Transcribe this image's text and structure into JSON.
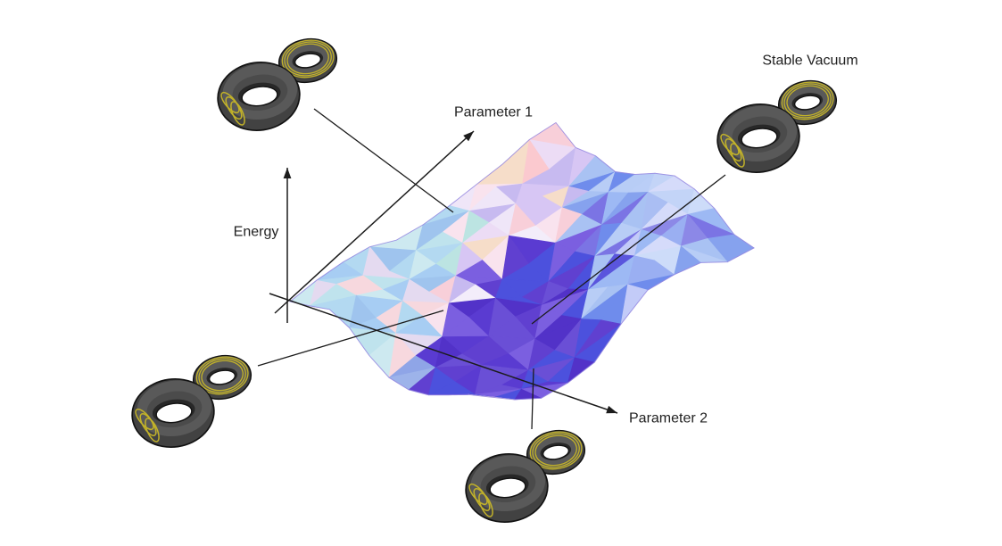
{
  "diagram": {
    "type": "energy-landscape-3d",
    "axis_labels": {
      "vertical": "Energy",
      "horizontal_1": "Parameter 1",
      "horizontal_2": "Parameter 2"
    },
    "annotation_labels": {
      "stable_vacuum": "Stable Vacuum"
    },
    "vacuum_markers": [
      {
        "id": "top-left",
        "icon": "double-torus-icon"
      },
      {
        "id": "stable-vacuum",
        "icon": "double-torus-icon"
      },
      {
        "id": "bottom-left",
        "icon": "double-torus-icon"
      },
      {
        "id": "bottom-middle",
        "icon": "double-torus-icon"
      }
    ]
  },
  "colors": {
    "background": "#ffffff",
    "line": "#1c1c1c",
    "text": "#212121",
    "torus_body": "#424242",
    "torus_top": "#595959",
    "torus_mid": "#4b4b4b",
    "torus_inner": "#282828",
    "torus_hole": "#ffffff",
    "torus_outline": "#121212",
    "torus_marking": "#c2b229",
    "surface_outline": "#978ae0",
    "surface_palette": {
      "left": [
        "#a7cdf3",
        "#bfe3ed",
        "#b3d9f1",
        "#cde9f0",
        "#f7d8de",
        "#e4daf0",
        "#9fc4ee"
      ],
      "middle": [
        "#ecdcf5",
        "#f8cfd9",
        "#d7c6f4",
        "#f3edfa",
        "#c7baf0",
        "#f6ddc9",
        "#f9e3ee",
        "#bce4e2",
        "#fbc9cf",
        "#efe6f8"
      ],
      "right": [
        "#6f8cec",
        "#86a2ee",
        "#9db9f4",
        "#b8cdf6",
        "#7b74e4",
        "#5a55dd",
        "#a9c2f3",
        "#c3cbf8"
      ],
      "valley": [
        "#5a3bd1",
        "#6a4fd6",
        "#4c51dd",
        "#7b5fe0",
        "#5232c8",
        "#6040d0"
      ]
    }
  }
}
